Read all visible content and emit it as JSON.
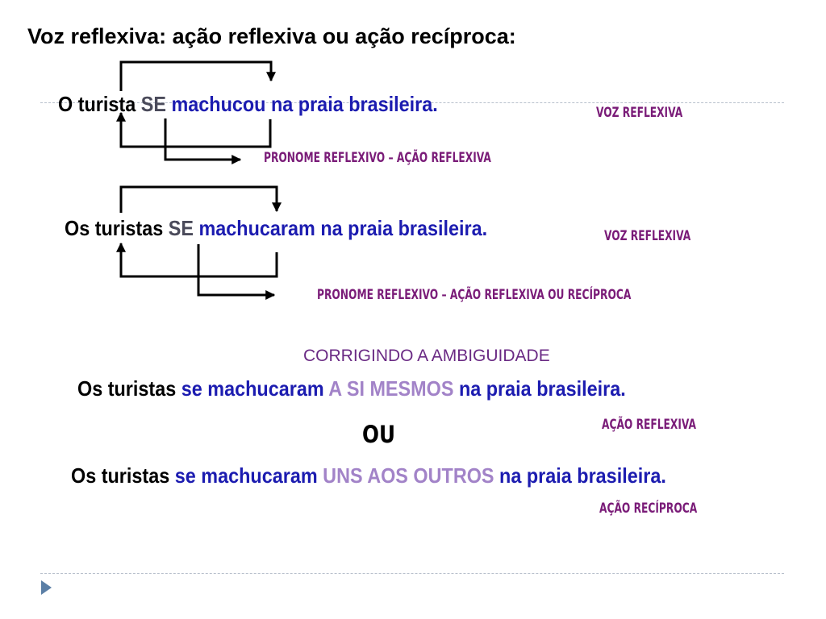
{
  "slide": {
    "title": "Voz reflexiva: ação reflexiva ou ação recíproca:",
    "example1": {
      "subject": "O turista ",
      "pronoun": "SE",
      "rest": " machucou na praia brasileira.",
      "voice_label": "VOZ REFLEXIVA",
      "pronoun_label": "PRONOME REFLEXIVO – AÇÃO REFLEXIVA"
    },
    "example2": {
      "subject": "Os turistas ",
      "pronoun": "SE",
      "rest": " machucaram na praia brasileira.",
      "voice_label": "VOZ REFLEXIVA",
      "pronoun_label": "PRONOME REFLEXIVO – AÇÃO REFLEXIVA OU RECÍPROCA"
    },
    "correction": {
      "heading": "CORRIGINDO A AMBIGUIDADE",
      "option1": {
        "subject": "Os turistas ",
        "verb": "se machucaram ",
        "complement": "A SI MESMOS",
        "rest": " na praia brasileira.",
        "label": "AÇÃO REFLEXIVA"
      },
      "separator": "OU",
      "option2": {
        "subject": "Os turistas ",
        "verb": "se machucaram ",
        "complement": "UNS AOS OUTROS",
        "rest": " na praia brasileira.",
        "label": "AÇÃO RECÍPROCA"
      }
    },
    "colors": {
      "label_purple": "#7a1c78",
      "verb_blue": "#1c1cb0",
      "complement_lilac": "#a283c8",
      "pronoun_gray": "#4a4a5a"
    },
    "icons": [
      "nav-arrow-icon"
    ]
  }
}
